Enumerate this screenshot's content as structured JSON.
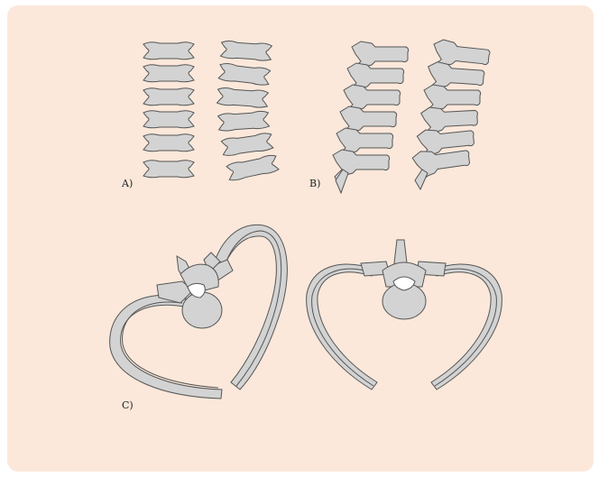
{
  "figure": {
    "colors": {
      "panel_bg": "#fbe8da",
      "bone_fill": "#d3d3d3",
      "outline": "#555555",
      "canal_fill": "#ffffff"
    },
    "panels": [
      {
        "label": "A)"
      },
      {
        "label": "B)"
      },
      {
        "label": "C)"
      }
    ]
  }
}
